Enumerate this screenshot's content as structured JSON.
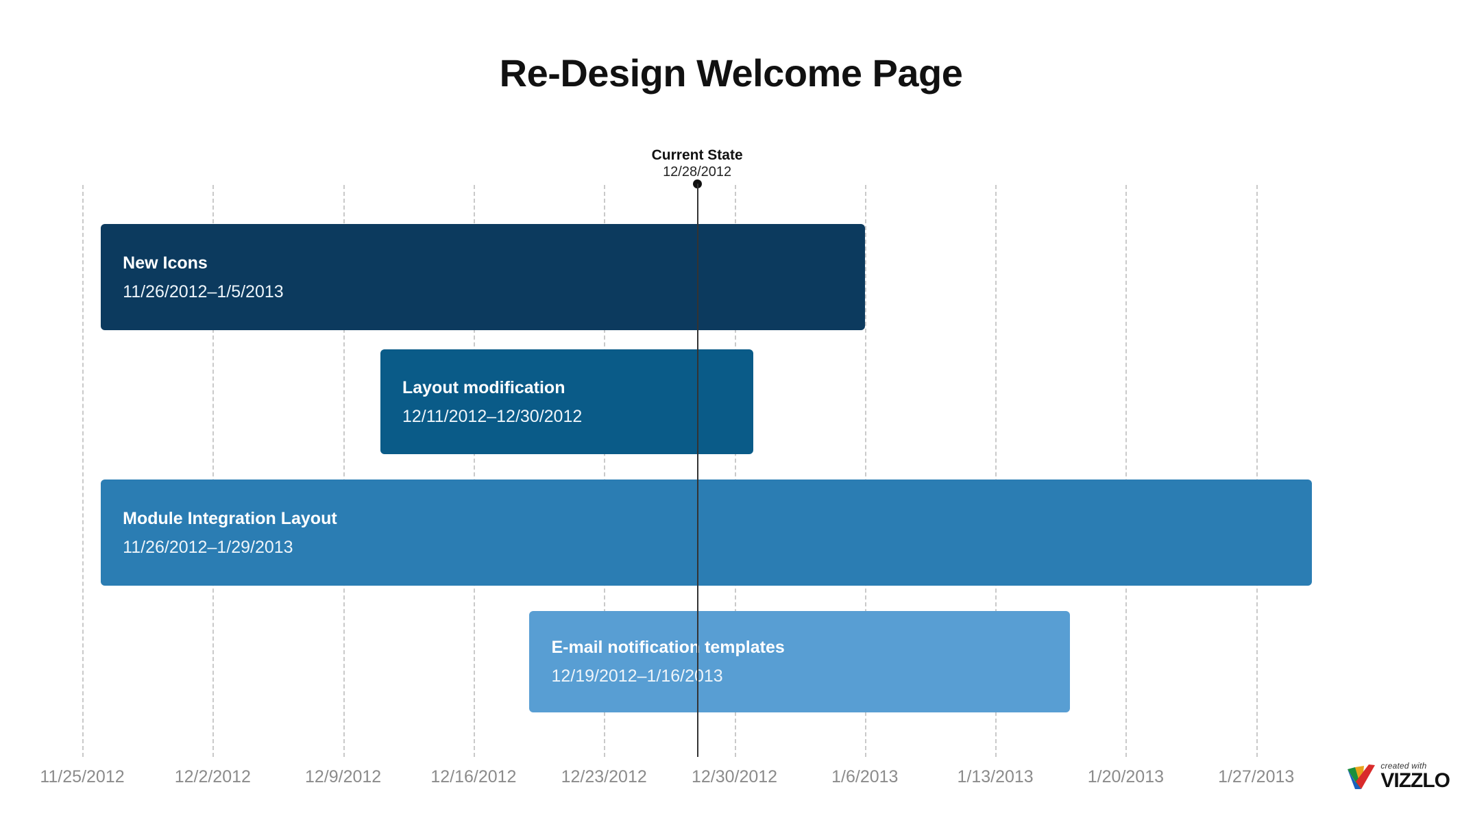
{
  "chart_data": {
    "type": "bar",
    "subtype": "gantt",
    "title": "Re-Design Welcome Page",
    "xlabel": "",
    "ylabel": "",
    "grid": true,
    "legend": "none",
    "axis": {
      "start_date": "11/25/2012",
      "end_date": "2/3/2013",
      "tick_interval": "1 week",
      "tick_labels": [
        "11/25/2012",
        "12/2/2012",
        "12/9/2012",
        "12/16/2012",
        "12/23/2012",
        "12/30/2012",
        "1/6/2013",
        "1/13/2013",
        "1/20/2013",
        "1/27/2013"
      ]
    },
    "marker": {
      "label": "Current State",
      "date": "12/28/2012",
      "color": "#111111"
    },
    "tasks": [
      {
        "label": "New Icons",
        "dates": "11/26/2012–1/5/2013",
        "start": "11/26/2012",
        "end": "1/5/2013",
        "duration_days": 40,
        "color": "#0c3a5e"
      },
      {
        "label": "Layout modification",
        "dates": "12/11/2012–12/30/2012",
        "start": "12/11/2012",
        "end": "12/30/2012",
        "duration_days": 19,
        "color": "#0a5b88"
      },
      {
        "label": "Module Integration Layout",
        "dates": "11/26/2012–1/29/2013",
        "start": "11/26/2012",
        "end": "1/29/2013",
        "duration_days": 64,
        "color": "#2b7db3"
      },
      {
        "label": "E-mail notification templates",
        "dates": "12/19/2012–1/16/2013",
        "start": "12/19/2012",
        "end": "1/16/2013",
        "duration_days": 28,
        "color": "#589ed3"
      }
    ]
  },
  "footer": {
    "created_with": "created with",
    "brand": "VIZZLO"
  }
}
